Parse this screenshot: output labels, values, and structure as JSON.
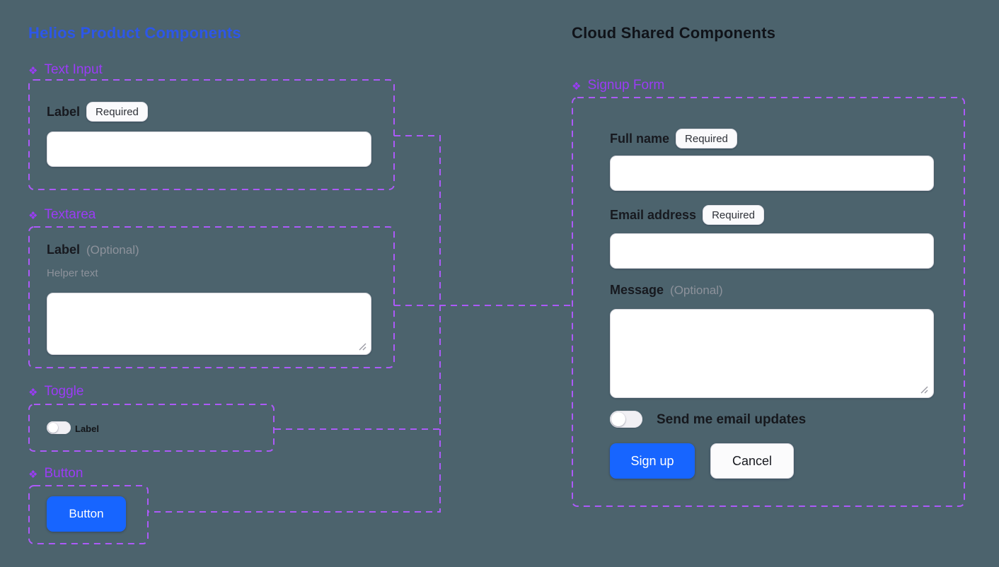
{
  "component_icon": "❖",
  "colors": {
    "canvas_bg": "#4C636D",
    "helios_title_blue": "#2D57E8",
    "cloud_title_black": "#101319",
    "component_purple": "#9B3CF6",
    "outline_purple": "#AC5AF8",
    "primary_blue": "#1765FF",
    "muted_gray": "#8D929B"
  },
  "helios": {
    "title": "Helios Product Components",
    "text_input": {
      "name": "Text Input",
      "label": "Label",
      "badge": "Required",
      "value": ""
    },
    "textarea": {
      "name": "Textarea",
      "label": "Label",
      "optional": "(Optional)",
      "helper": "Helper text",
      "value": ""
    },
    "toggle": {
      "name": "Toggle",
      "label": "Label",
      "state": "off"
    },
    "button": {
      "name": "Button",
      "label": "Button"
    }
  },
  "cloud": {
    "title": "Cloud Shared Components",
    "signup_form": {
      "name": "Signup Form",
      "full_name": {
        "label": "Full name",
        "badge": "Required",
        "value": ""
      },
      "email": {
        "label": "Email address",
        "badge": "Required",
        "value": ""
      },
      "message": {
        "label": "Message",
        "optional": "(Optional)",
        "value": ""
      },
      "updates_toggle": {
        "label": "Send me email updates",
        "state": "off"
      },
      "submit": "Sign up",
      "cancel": "Cancel"
    }
  }
}
